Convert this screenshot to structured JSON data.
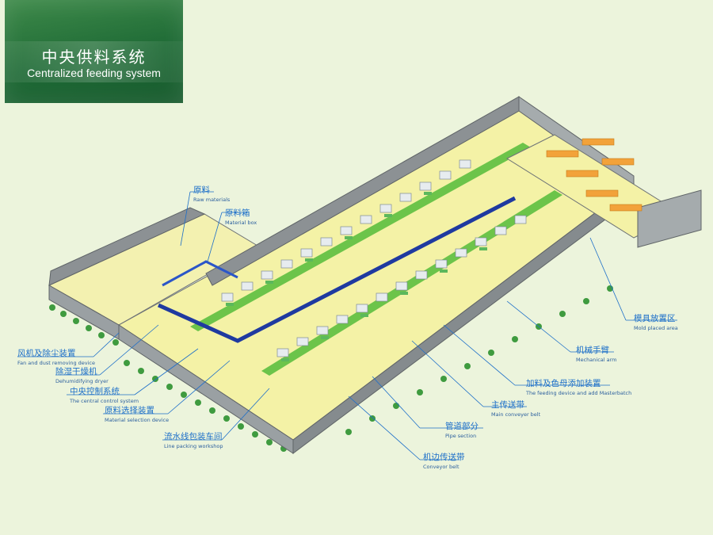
{
  "title": {
    "zh": "中央供料系统",
    "en": "Centralized feeding system"
  },
  "labels": {
    "raw_materials": {
      "zh": "原料",
      "en": "Raw materials"
    },
    "material_box": {
      "zh": "原料箱",
      "en": "Material box"
    },
    "mold_placed_area": {
      "zh": "模具放置区",
      "en": "Mold placed area"
    },
    "mechanical_arm": {
      "zh": "机械手臂",
      "en": "Mechanical arm"
    },
    "feeding_device": {
      "zh": "加料及色母添加装置",
      "en": "The feeding device and add Masterbatch"
    },
    "main_conveyer_belt": {
      "zh": "主传送带",
      "en": "Main conveyer belt"
    },
    "pipe_section": {
      "zh": "管道部分",
      "en": "Pipe section"
    },
    "conveyor_belt": {
      "zh": "机边传送带",
      "en": "Conveyor belt"
    },
    "fan_dust": {
      "zh": "风机及除尘装置",
      "en": "Fan and dust removing device"
    },
    "dehumidifying_dryer": {
      "zh": "除湿干燥机",
      "en": "Dehumidifying dryer"
    },
    "central_control": {
      "zh": "中央控制系统",
      "en": "The central control system"
    },
    "material_selection": {
      "zh": "原料选择装置",
      "en": "Material selection device"
    },
    "line_packing": {
      "zh": "流水线包装车间",
      "en": "Line packing workshop"
    }
  },
  "colors": {
    "accent_blue": "#1d6fc9",
    "title_green": "#1f6b36",
    "floor_yellow": "#f4f2a6",
    "wall_gray": "#7f8588"
  }
}
